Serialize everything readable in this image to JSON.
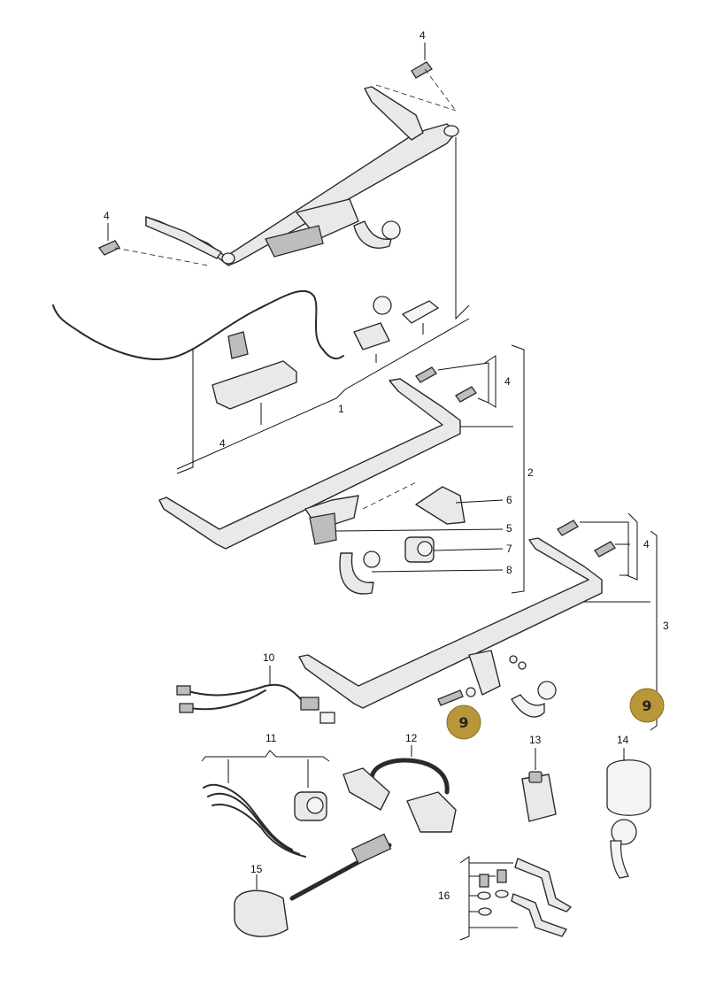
{
  "callouts": {
    "c1": "1",
    "c2": "2",
    "c3": "3",
    "c4": "4",
    "c5": "5",
    "c6": "6",
    "c7": "7",
    "c8": "8",
    "c10": "10",
    "c11": "11",
    "c12": "12",
    "c13": "13",
    "c14": "14",
    "c15": "15",
    "c16": "16"
  },
  "badges": {
    "highlight_a": "9",
    "highlight_b": "9"
  },
  "colors": {
    "badge_fill": "#b8963a",
    "line": "#2a2a2a"
  }
}
